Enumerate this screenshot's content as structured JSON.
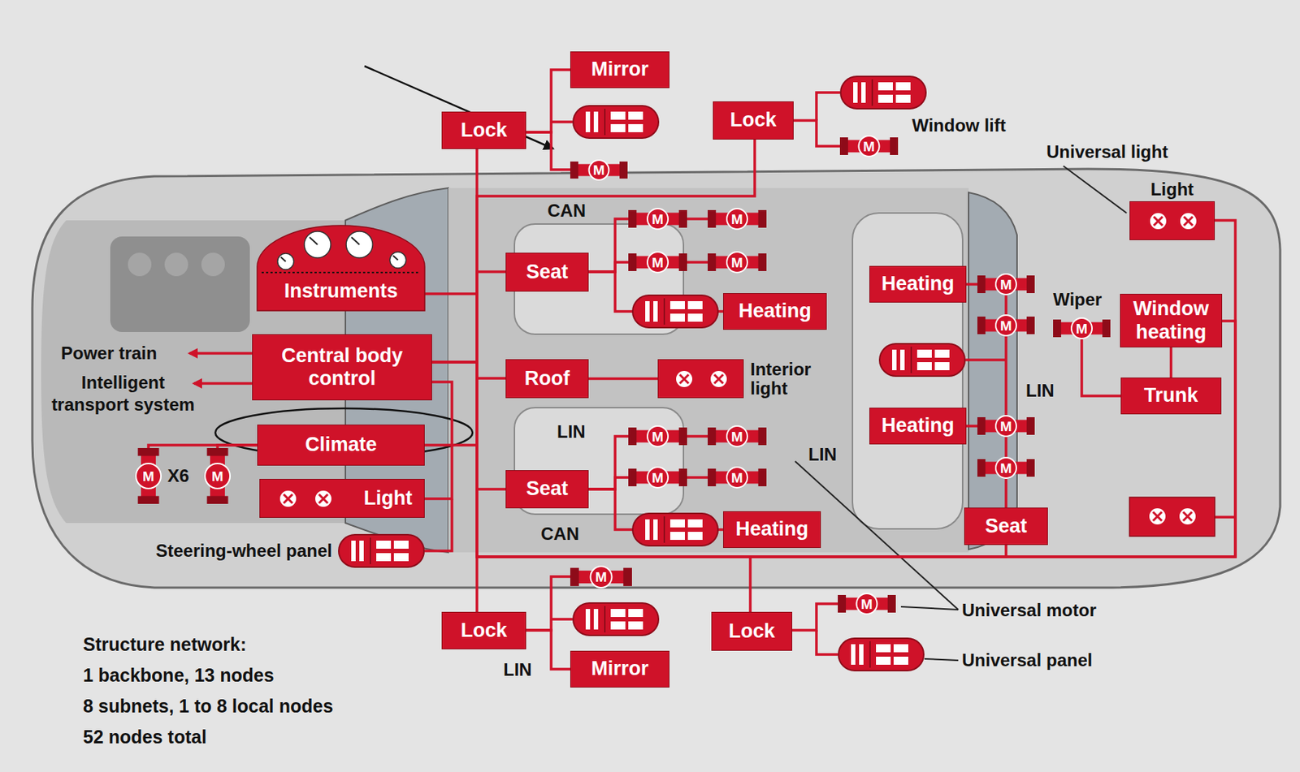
{
  "diagram": {
    "nodes": [
      {
        "text": [
          "Mirror"
        ]
      },
      {
        "text": [
          "Lock"
        ]
      },
      {
        "text": [
          "Lock"
        ]
      },
      {
        "text": [
          "M"
        ]
      },
      {
        "text": [
          "M"
        ]
      },
      {
        "text": [
          "Light"
        ]
      },
      {
        "text": [
          "Instruments"
        ]
      },
      {
        "text": [
          "Seat"
        ]
      },
      {
        "text": [
          "M"
        ]
      },
      {
        "text": [
          "M"
        ]
      },
      {
        "text": [
          "M"
        ]
      },
      {
        "text": [
          "M"
        ]
      },
      {
        "text": [
          "Heating"
        ]
      },
      {
        "text": [
          "Heating"
        ]
      },
      {
        "text": [
          "M"
        ]
      },
      {
        "text": [
          "M"
        ]
      },
      {
        "text": [
          "M"
        ]
      },
      {
        "text": [
          "Window heating"
        ]
      },
      {
        "text": [
          "Central body control"
        ]
      },
      {
        "text": [
          "Roof"
        ]
      },
      {
        "text": [
          "Interior light"
        ]
      },
      {
        "text": [
          "Trunk"
        ]
      },
      {
        "text": [
          "Climate"
        ]
      },
      {
        "text": [
          "M"
        ]
      },
      {
        "text": [
          "M"
        ]
      },
      {
        "text": [
          "Heating"
        ]
      },
      {
        "text": [
          "M"
        ]
      },
      {
        "text": [
          "M"
        ]
      },
      {
        "text": [
          "M"
        ]
      },
      {
        "text": [
          "M"
        ]
      },
      {
        "text": [
          "Seat"
        ]
      },
      {
        "text": [
          "M"
        ]
      },
      {
        "text": [
          "M"
        ]
      },
      {
        "text": [
          "Light"
        ]
      },
      {
        "text": [
          "Heating"
        ]
      },
      {
        "text": [
          "Seat"
        ]
      },
      {
        "text": [
          "M"
        ]
      },
      {
        "text": [
          "Lock"
        ]
      },
      {
        "text": [
          "M"
        ]
      },
      {
        "text": [
          "Lock"
        ]
      },
      {
        "text": [
          "Mirror"
        ]
      }
    ],
    "edges": [
      {
        "from": 18,
        "to": 1,
        "arrow": "none"
      },
      {
        "from": 18,
        "to": 2,
        "arrow": "none"
      },
      {
        "from": 18,
        "to": 6,
        "arrow": "none"
      },
      {
        "from": 18,
        "to": 7,
        "arrow": "none"
      },
      {
        "from": 18,
        "to": 19,
        "arrow": "none"
      },
      {
        "from": 18,
        "to": 22,
        "arrow": "none"
      },
      {
        "from": 18,
        "to": 33,
        "arrow": "none"
      },
      {
        "from": 18,
        "to": 30,
        "arrow": "none"
      },
      {
        "from": 18,
        "to": 37,
        "arrow": "none"
      },
      {
        "from": 18,
        "to": 39,
        "arrow": "none"
      },
      {
        "from": 18,
        "to": 35,
        "arrow": "none"
      },
      {
        "from": 18,
        "to": 17,
        "arrow": "none"
      },
      {
        "from": 18,
        "to": 5,
        "arrow": "none"
      },
      {
        "from": 1,
        "to": 0,
        "arrow": "none"
      },
      {
        "from": 1,
        "to": 3,
        "arrow": "none"
      },
      {
        "from": 2,
        "to": 4,
        "arrow": "none"
      },
      {
        "from": 7,
        "to": 8,
        "arrow": "none"
      },
      {
        "from": 8,
        "to": 9,
        "arrow": "none"
      },
      {
        "from": 7,
        "to": 10,
        "arrow": "none"
      },
      {
        "from": 10,
        "to": 11,
        "arrow": "none"
      },
      {
        "from": 7,
        "to": 12,
        "arrow": "none"
      },
      {
        "from": 19,
        "to": 20,
        "arrow": "none"
      },
      {
        "from": 22,
        "to": 23,
        "arrow": "none"
      },
      {
        "from": 22,
        "to": 24,
        "arrow": "none"
      },
      {
        "from": 17,
        "to": 21,
        "arrow": "none"
      },
      {
        "from": 21,
        "to": 16,
        "arrow": "none"
      },
      {
        "from": 35,
        "to": 27,
        "arrow": "none"
      },
      {
        "from": 27,
        "to": 26,
        "arrow": "none"
      },
      {
        "from": 26,
        "to": 15,
        "arrow": "none"
      },
      {
        "from": 15,
        "to": 14,
        "arrow": "none"
      },
      {
        "from": 13,
        "to": 14,
        "arrow": "none"
      },
      {
        "from": 25,
        "to": 26,
        "arrow": "none"
      },
      {
        "from": 30,
        "to": 28,
        "arrow": "none"
      },
      {
        "from": 28,
        "to": 29,
        "arrow": "none"
      },
      {
        "from": 30,
        "to": 31,
        "arrow": "none"
      },
      {
        "from": 31,
        "to": 32,
        "arrow": "none"
      },
      {
        "from": 30,
        "to": 34,
        "arrow": "none"
      },
      {
        "from": 37,
        "to": 36,
        "arrow": "none"
      },
      {
        "from": 37,
        "to": 40,
        "arrow": "none"
      },
      {
        "from": 39,
        "to": 38,
        "arrow": "none"
      }
    ],
    "labels": [
      "Window lift",
      "Universal light",
      "CAN",
      "Power train",
      "Intelligent transport system",
      "Wiper",
      "LIN",
      "LIN",
      "X6",
      "LIN",
      "CAN",
      "Steering-wheel panel",
      "Universal motor",
      "LIN",
      "Universal panel",
      "Structure network:",
      "1 backbone, 13 nodes",
      "8 subnets, 1 to 8 local nodes",
      "52 nodes total"
    ]
  }
}
